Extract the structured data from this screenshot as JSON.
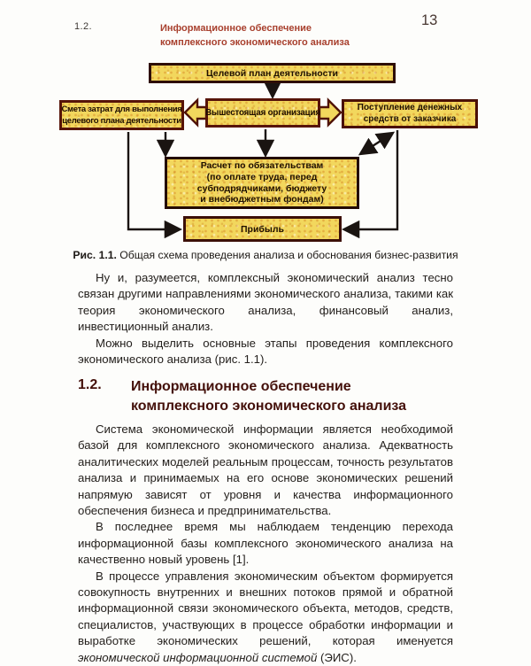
{
  "page": {
    "running_header": {
      "section_number": "1.2.",
      "line1": "Информационное обеспечение",
      "line2": "комплексного экономического анализа",
      "page_number": "13"
    },
    "figure": {
      "caption": {
        "label": "Рис. 1.1.",
        "text": " Общая схема проведения анализа и обоснования бизнес-развития"
      },
      "boxes": {
        "target_plan": "Целевой план деятельности",
        "parent_org": "Вышестоящая организация",
        "cost_estimate_lines": [
          "Смета затрат для выполнения",
          "целевого плана деятельности"
        ],
        "cash_inflow_lines": [
          "Поступление денежных",
          "средств от заказчика"
        ],
        "settlements_lines": [
          "Расчет по обязательствам",
          "(по оплате труда, перед",
          "субподрядчиками, бюджету",
          "и внебюджетным фондам)"
        ],
        "profit": "Прибыль"
      }
    },
    "paragraphs": {
      "p1": "Ну и, разумеется, комплексный экономический анализ тесно связан другими направлениями экономического анализа, такими как теория экономического анализа, финансовый анализ, инвестиционный анализ.",
      "p2": "Можно выделить основные этапы проведения комплексного экономического анализа (рис. 1.1).",
      "p3": "Система экономической информации является необходимой базой для комплексного экономического анализа. Адекватность аналитических моделей реальным процессам, точность результатов анализа и принимаемых на его основе экономических решений напрямую зависят от уровня и качества информационного обеспечения бизнеса и предпринимательства.",
      "p4": "В последнее время мы наблюдаем тенденцию перехода информационной базы комплексного экономического анализа на качественно новый уровень [1].",
      "p5_before": "В процессе управления экономическим объектом формируется совокупность внутренних и внешних потоков прямой и обратной информационной связи экономического объекта, методов, средств, специалистов, участвующих в процессе обработки информации и выработке экономических решений, которая именуется ",
      "p5_italic": "экономической информационной системой",
      "p5_after": " (ЭИС)."
    },
    "section_heading": {
      "number": "1.2.",
      "line1": "Информационное обеспечение",
      "line2": "комплексного экономического анализа"
    },
    "colors": {
      "header_red": "#a8402e",
      "heading_dark": "#44100a",
      "box_fill": "#f2d75d",
      "box_border": "#4f1207",
      "arrow": "#1a1411",
      "body_text": "#24201d",
      "page_bg": "#fdfdfb"
    }
  }
}
